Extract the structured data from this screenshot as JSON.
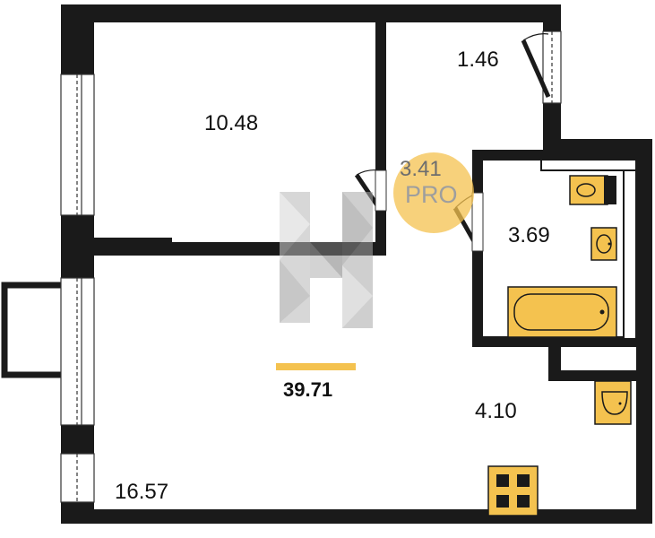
{
  "rooms": [
    {
      "id": "bedroom",
      "area": "10.48"
    },
    {
      "id": "balcony-closet",
      "area": "1.46"
    },
    {
      "id": "bathroom",
      "area": "3.69"
    },
    {
      "id": "hallway",
      "area": "4.10"
    },
    {
      "id": "living-kitchen",
      "area": "16.57"
    }
  ],
  "total_area": "39.71",
  "pro_badge": {
    "value": "3.41",
    "label": "PRO"
  },
  "colors": {
    "wall": "#1a1a1a",
    "fixture": "#f4c24f",
    "accent_bar": "#f4c24f",
    "badge": "#f4c24f",
    "watermark": "#8a8a8a"
  }
}
